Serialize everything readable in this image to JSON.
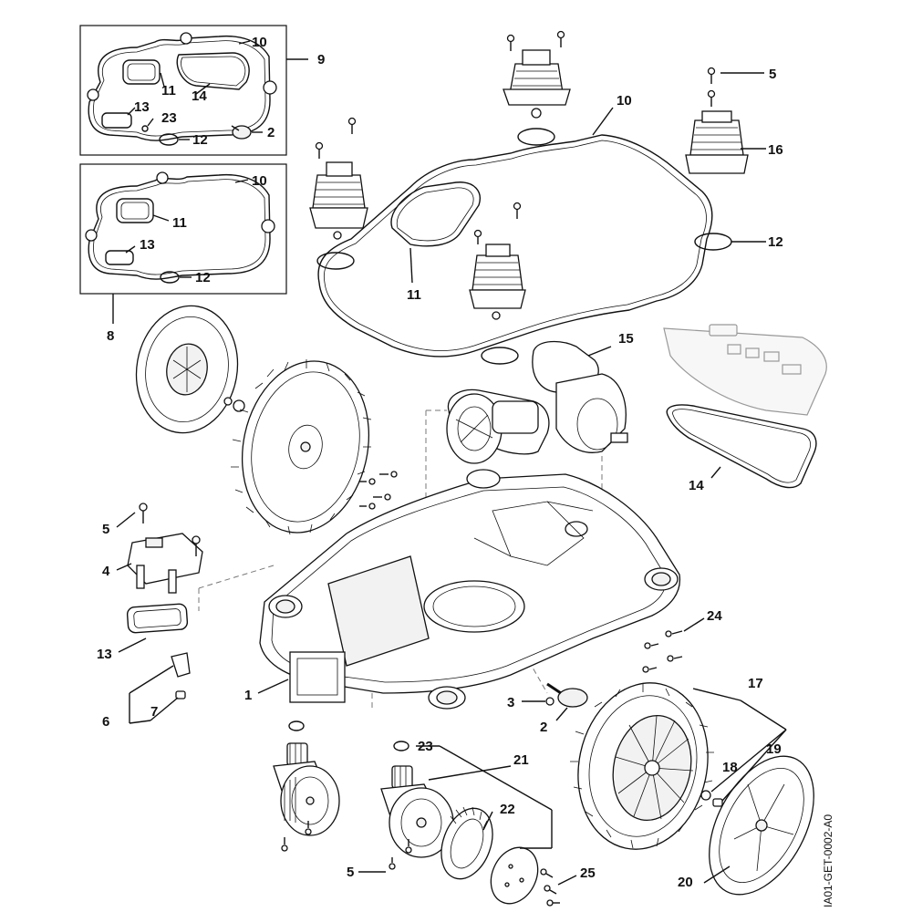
{
  "diagram": {
    "part_numbers": [
      "1",
      "2",
      "3",
      "4",
      "5",
      "6",
      "7",
      "8",
      "9",
      "10",
      "11",
      "12",
      "13",
      "14",
      "15",
      "16",
      "17",
      "18",
      "19",
      "20",
      "21",
      "22",
      "23",
      "24",
      "25"
    ],
    "labels": {
      "box9_10": "10",
      "box9_11": "11",
      "box9_14": "14",
      "box9_13": "13",
      "box9_23": "23",
      "box9_2": "2",
      "box9_12": "12",
      "box9_num": "9",
      "box8_10": "10",
      "box8_11": "11",
      "box8_13": "13",
      "box8_12": "12",
      "box8_num": "8",
      "top_5": "5",
      "top_10": "10",
      "top_16": "16",
      "top_12": "12",
      "top_11": "11",
      "p15": "15",
      "p14": "14",
      "p5_left": "5",
      "p4": "4",
      "p13": "13",
      "p6": "6",
      "p7": "7",
      "p1": "1",
      "p24": "24",
      "p3": "3",
      "p2": "2",
      "p17": "17",
      "p18": "18",
      "p19": "19",
      "p23": "23",
      "p21": "21",
      "p22": "22",
      "p5_bottom": "5",
      "p25": "25",
      "p20": "20"
    },
    "drawing_code": "IA01-GET-0002-A0"
  }
}
